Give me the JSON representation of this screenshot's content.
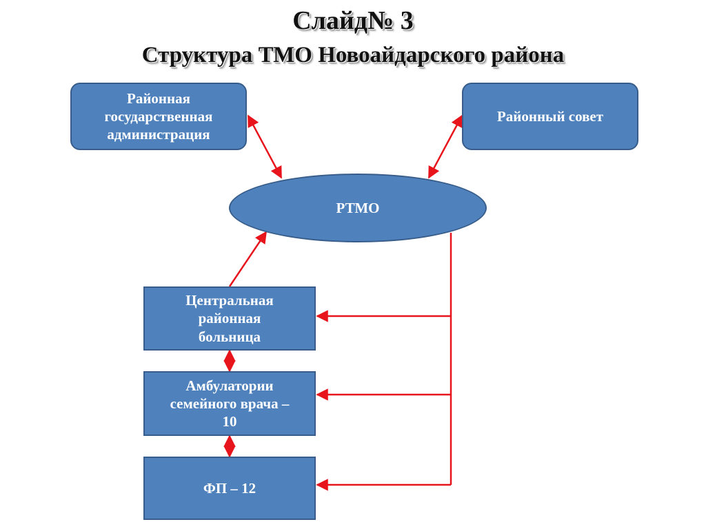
{
  "slide": {
    "title": "Слайд№ 3",
    "subtitle": "Структура ТМО Новоайдарского района"
  },
  "colors": {
    "box_fill": "#4f81bd",
    "box_border": "#385d8a",
    "arrow": "#e8141b",
    "text": "#ffffff"
  },
  "nodes": {
    "admin": "Районная государственная администрация",
    "council": "Районный совет",
    "rtmo": "РТМО",
    "crh": "Центральная районная больница",
    "ambulatory": "Амбулатории семейного врача – 10",
    "fp": "ФП – 12"
  }
}
